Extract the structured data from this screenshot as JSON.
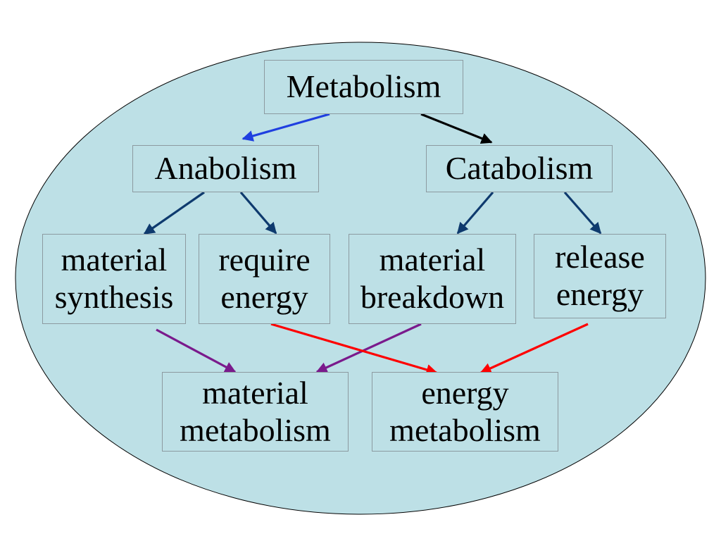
{
  "nodes": {
    "metabolism": {
      "line1": "Metabolism"
    },
    "anabolism": {
      "line1": "Anabolism"
    },
    "catabolism": {
      "line1": "Catabolism"
    },
    "material_synthesis": {
      "line1": "material",
      "line2": "synthesis"
    },
    "require_energy": {
      "line1": "require",
      "line2": "energy"
    },
    "material_breakdown": {
      "line1": "material",
      "line2": "breakdown"
    },
    "release_energy": {
      "line1": "release",
      "line2": "energy"
    },
    "material_metabolism": {
      "line1": "material",
      "line2": "metabolism"
    },
    "energy_metabolism": {
      "line1": "energy",
      "line2": "metabolism"
    }
  },
  "edges": [
    {
      "from": "metabolism",
      "to": "anabolism",
      "color": "#1f3fe0"
    },
    {
      "from": "metabolism",
      "to": "catabolism",
      "color": "#000000"
    },
    {
      "from": "anabolism",
      "to": "material_synthesis",
      "color": "#0e3a6e"
    },
    {
      "from": "anabolism",
      "to": "require_energy",
      "color": "#0e3a6e"
    },
    {
      "from": "catabolism",
      "to": "material_breakdown",
      "color": "#0e3a6e"
    },
    {
      "from": "catabolism",
      "to": "release_energy",
      "color": "#0e3a6e"
    },
    {
      "from": "material_synthesis",
      "to": "material_metabolism",
      "color": "#7a1a8c"
    },
    {
      "from": "material_breakdown",
      "to": "material_metabolism",
      "color": "#7a1a8c"
    },
    {
      "from": "require_energy",
      "to": "energy_metabolism",
      "color": "#ff0000"
    },
    {
      "from": "release_energy",
      "to": "energy_metabolism",
      "color": "#ff0000"
    }
  ],
  "colors": {
    "background_ellipse": "#bde0e6",
    "box_fill": "#bde0e6",
    "box_border": "#8c9aa0"
  }
}
